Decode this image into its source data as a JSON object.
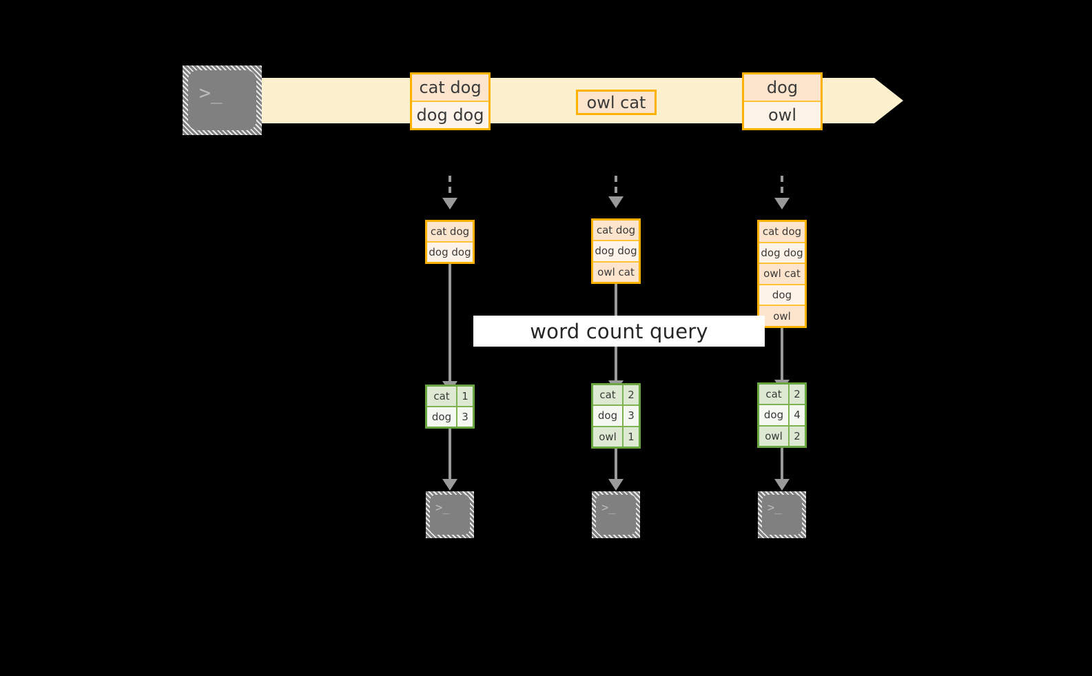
{
  "diagram": {
    "title": "",
    "query_label": "word count query",
    "source_icon": "terminal-icon",
    "sink_icon": "terminal-icon",
    "terminal_glyph": ">_",
    "colors": {
      "background": "#000000",
      "stream_band": "#fdf0cf",
      "event_border": "#ffb300",
      "event_fill_dark": "#fce4cd",
      "event_fill_light": "#fdf3e8",
      "result_border": "#6aa63f",
      "result_fill_dark": "#dde9d2",
      "result_fill_light": "#f4f8f0",
      "connector": "#9a9a9a",
      "terminal": "#808080",
      "query_band": "#ffffff"
    }
  },
  "stream": {
    "events": [
      {
        "id": "event-group-1",
        "lines": [
          {
            "text": "cat dog",
            "shade": "dark"
          },
          {
            "text": "dog dog",
            "shade": "light"
          }
        ]
      },
      {
        "id": "event-group-2",
        "lines": [
          {
            "text": "owl cat",
            "shade": "dark"
          }
        ]
      },
      {
        "id": "event-group-3",
        "lines": [
          {
            "text": "dog",
            "shade": "dark"
          },
          {
            "text": "owl",
            "shade": "light"
          }
        ]
      }
    ]
  },
  "snapshots": [
    {
      "id": "snapshot-1",
      "accumulated": [
        {
          "text": "cat dog",
          "shade": "dark"
        },
        {
          "text": "dog dog",
          "shade": "light"
        }
      ],
      "result": {
        "rows": [
          {
            "word": "cat",
            "count": "1",
            "shade": "dark"
          },
          {
            "word": "dog",
            "count": "3",
            "shade": "light"
          }
        ]
      }
    },
    {
      "id": "snapshot-2",
      "accumulated": [
        {
          "text": "cat dog",
          "shade": "dark"
        },
        {
          "text": "dog dog",
          "shade": "light"
        },
        {
          "text": "owl cat",
          "shade": "dark"
        }
      ],
      "result": {
        "rows": [
          {
            "word": "cat",
            "count": "2",
            "shade": "dark"
          },
          {
            "word": "dog",
            "count": "3",
            "shade": "light"
          },
          {
            "word": "owl",
            "count": "1",
            "shade": "dark"
          }
        ]
      }
    },
    {
      "id": "snapshot-3",
      "accumulated": [
        {
          "text": "cat dog",
          "shade": "dark"
        },
        {
          "text": "dog dog",
          "shade": "light"
        },
        {
          "text": "owl cat",
          "shade": "dark"
        },
        {
          "text": "dog",
          "shade": "light"
        },
        {
          "text": "owl",
          "shade": "dark"
        }
      ],
      "result": {
        "rows": [
          {
            "word": "cat",
            "count": "2",
            "shade": "dark"
          },
          {
            "word": "dog",
            "count": "4",
            "shade": "light"
          },
          {
            "word": "owl",
            "count": "2",
            "shade": "dark"
          }
        ]
      }
    }
  ]
}
